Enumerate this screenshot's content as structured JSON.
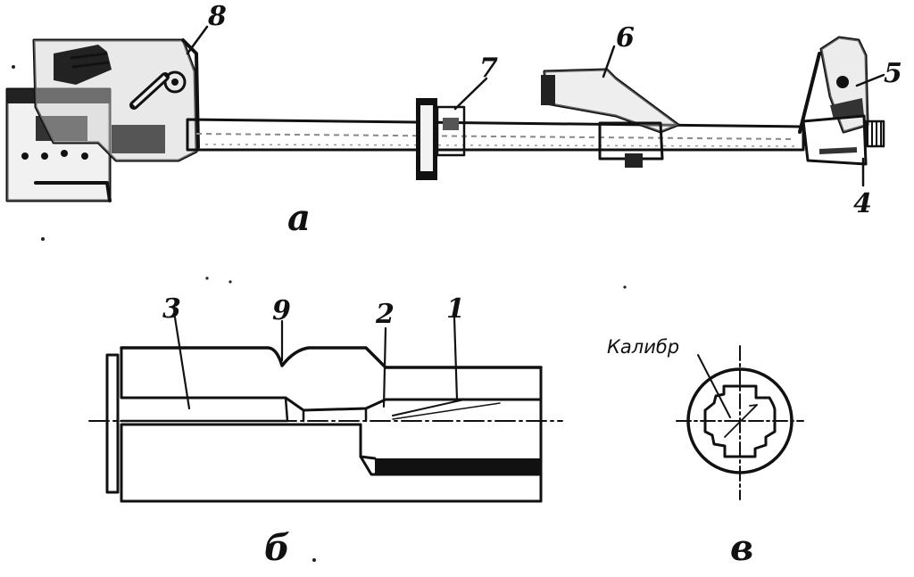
{
  "figure": {
    "part_a": {
      "caption": "a",
      "labels": {
        "n8": "8",
        "n7": "7",
        "n6": "6",
        "n5": "5",
        "n4": "4"
      }
    },
    "part_b": {
      "caption": "б",
      "labels": {
        "n3": "3",
        "n9": "9",
        "n2": "2",
        "n1": "1"
      }
    },
    "part_c": {
      "caption": "в",
      "label": "Калибр"
    }
  }
}
